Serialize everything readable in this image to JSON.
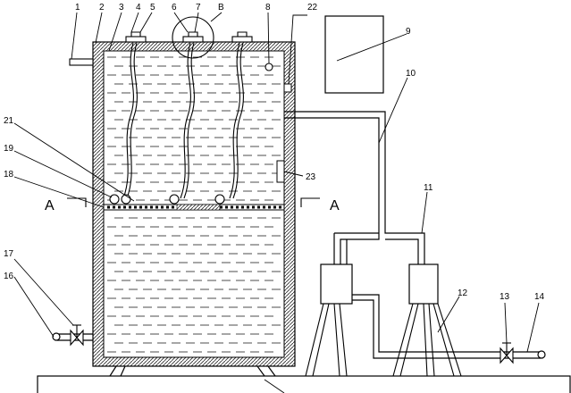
{
  "labels": {
    "n1": "1",
    "n2": "2",
    "n3": "3",
    "n4": "4",
    "n5": "5",
    "n6": "6",
    "n7": "7",
    "nB": "B",
    "n8": "8",
    "n9": "9",
    "n10": "10",
    "n11": "11",
    "n12": "12",
    "n13": "13",
    "n14": "14",
    "n16": "16",
    "n17": "17",
    "n18": "18",
    "n19": "19",
    "n21": "21",
    "n22": "22",
    "n23": "23"
  },
  "section": {
    "left": "A",
    "right": "A"
  },
  "colors": {
    "line": "#000000",
    "wall_hatch": "#333333",
    "background": "#ffffff"
  }
}
